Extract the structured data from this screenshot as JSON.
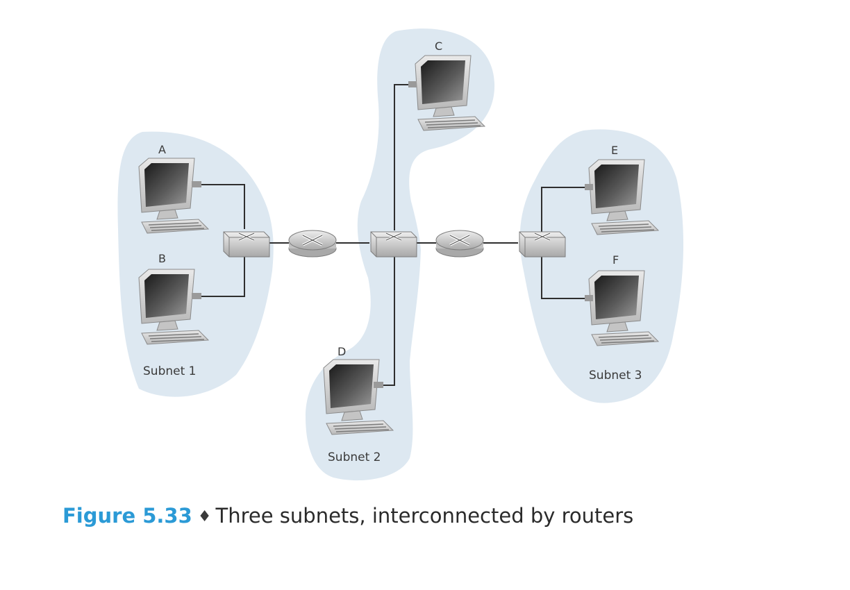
{
  "hosts": {
    "a": "A",
    "b": "B",
    "c": "C",
    "d": "D",
    "e": "E",
    "f": "F"
  },
  "subnets": {
    "s1": "Subnet 1",
    "s2": "Subnet 2",
    "s3": "Subnet 3"
  },
  "caption": {
    "figure": "Figure 5.33",
    "separator": "♦",
    "text": "Three subnets, interconnected by routers"
  },
  "colors": {
    "subnet_fill": "#dde8f1",
    "figure_label": "#2b9ad6"
  }
}
